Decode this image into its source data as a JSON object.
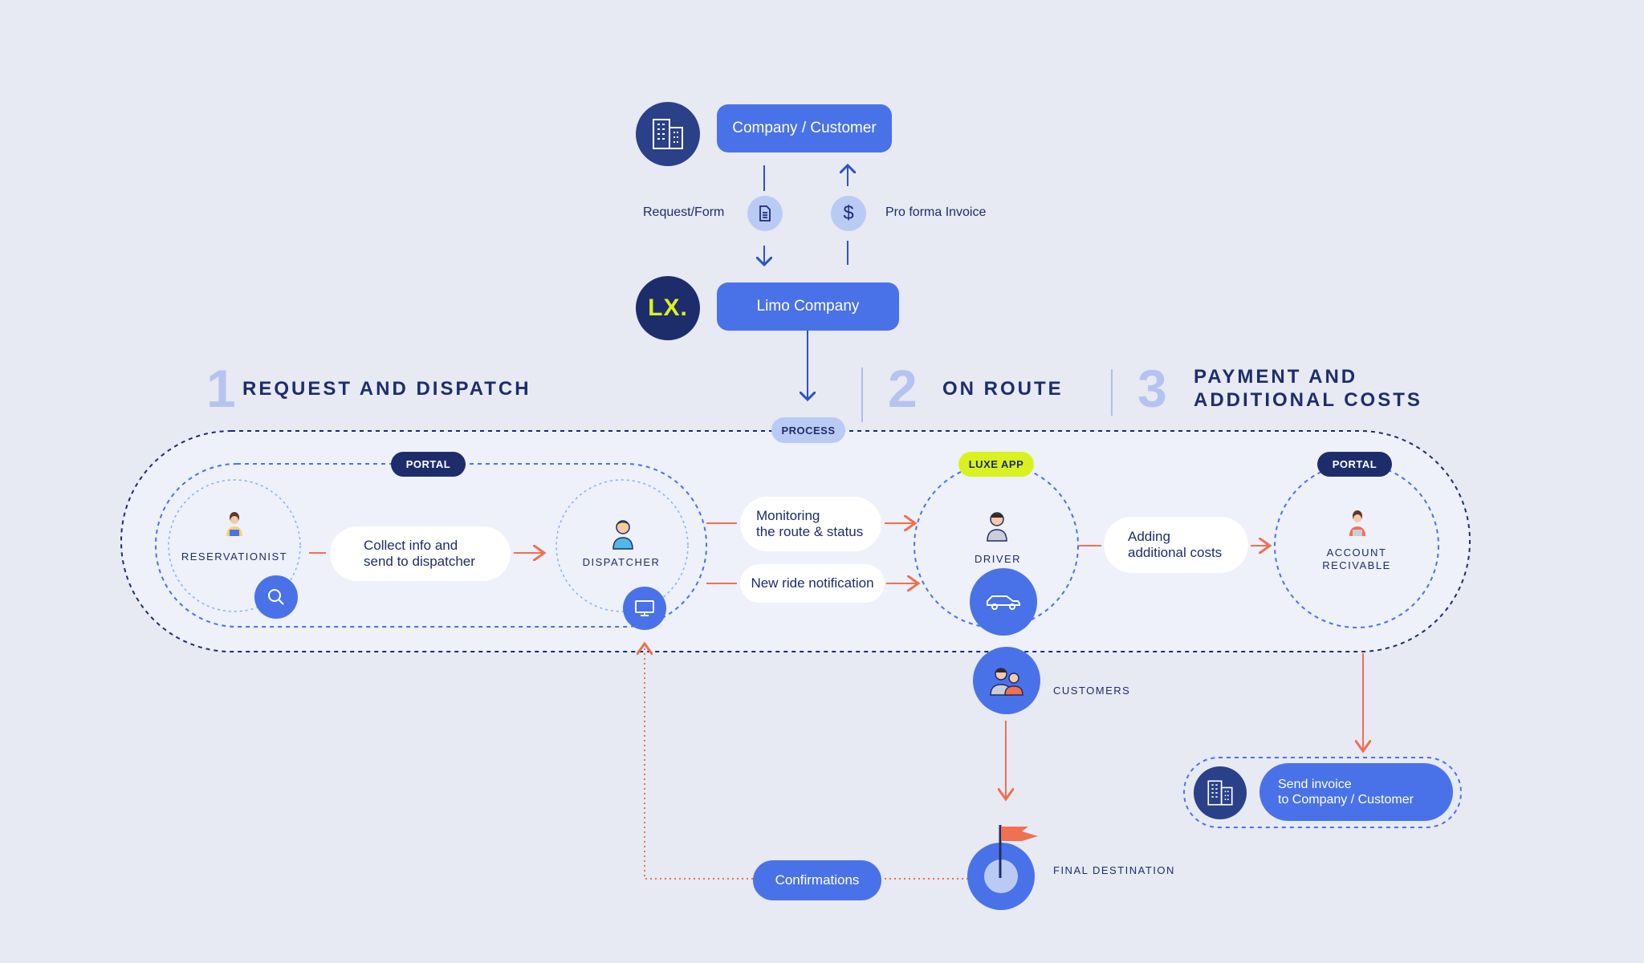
{
  "header": {
    "company_customer": "Company / Customer",
    "limo_company": "Limo Company",
    "logo": "LX.",
    "request_form": "Request/Form",
    "pro_forma_invoice": "Pro forma Invoice"
  },
  "sections": [
    {
      "number": "1",
      "title": "REQUEST AND DISPATCH"
    },
    {
      "number": "2",
      "title": "ON ROUTE"
    },
    {
      "number": "3",
      "title_line1": "PAYMENT AND",
      "title_line2": "ADDITIONAL COSTS"
    }
  ],
  "tags": {
    "process": "PROCESS",
    "portal_left": "PORTAL",
    "luxe_app": "LUXE APP",
    "portal_right": "PORTAL"
  },
  "roles": {
    "reservationist": "RESERVATIONIST",
    "dispatcher": "DISPATCHER",
    "driver": "DRIVER",
    "account_line1": "ACCOUNT",
    "account_line2": "RECIVABLE",
    "customers": "CUSTOMERS",
    "final_destination": "FINAL DESTINATION"
  },
  "steps": {
    "collect_line1": "Collect info and",
    "collect_line2": "send to dispatcher",
    "monitoring_line1": "Monitoring",
    "monitoring_line2": "the route & status",
    "new_ride": "New ride notification",
    "adding_line1": "Adding",
    "adding_line2": "additional costs",
    "send_invoice_line1": "Send invoice",
    "send_invoice_line2": "to Company / Customer",
    "confirmations": "Confirmations"
  },
  "icons": [
    "building-icon",
    "document-icon",
    "dollar-icon",
    "search-icon",
    "monitor-icon",
    "car-icon",
    "flag-icon",
    "person-icon",
    "customers-icon"
  ],
  "colors": {
    "background": "#e7e9f3",
    "primary_blue": "#4a72e8",
    "navy": "#1d2d6b",
    "accent_orange": "#f0704f",
    "lime": "#d9f21f",
    "light_blue": "#b6c3f0"
  }
}
